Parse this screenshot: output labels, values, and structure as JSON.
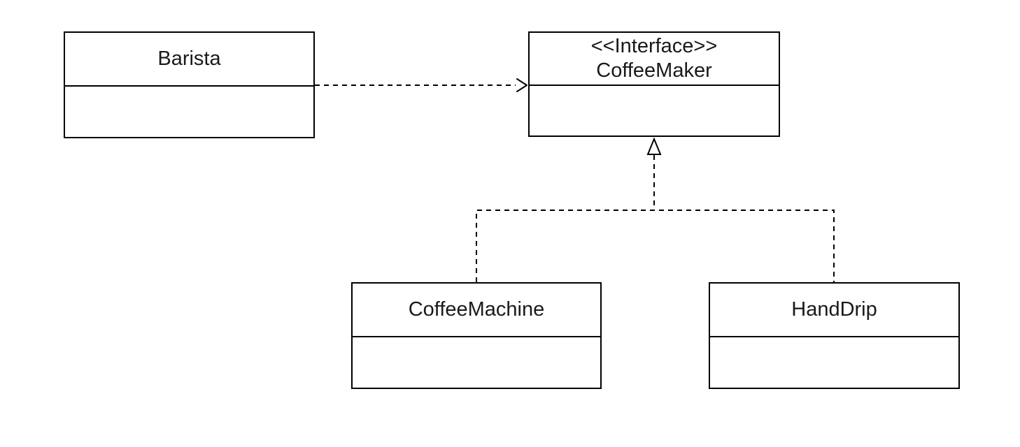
{
  "diagram": {
    "kind": "uml-class-diagram",
    "background_color": "#ffffff",
    "line_color": "#000000",
    "text_color": "#1a1a1a",
    "nodes": [
      {
        "name": "Barista",
        "stereotype": "",
        "kind": "class"
      },
      {
        "name": "CoffeeMaker",
        "stereotype": "<<Interface>>",
        "kind": "interface"
      },
      {
        "name": "CoffeeMachine",
        "stereotype": "",
        "kind": "class"
      },
      {
        "name": "HandDrip",
        "stereotype": "",
        "kind": "class"
      }
    ],
    "edges": [
      {
        "type": "dependency",
        "from": "Barista",
        "to": "CoffeeMaker",
        "style": "dashed-line-open-arrow"
      },
      {
        "type": "realization",
        "from": "CoffeeMachine",
        "to": "CoffeeMaker",
        "style": "dashed-line-hollow-triangle"
      },
      {
        "type": "realization",
        "from": "HandDrip",
        "to": "CoffeeMaker",
        "style": "dashed-line-hollow-triangle"
      }
    ]
  }
}
